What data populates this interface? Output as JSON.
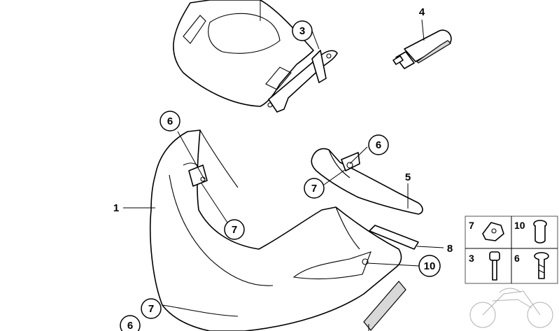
{
  "diagram": {
    "callouts": [
      {
        "id": "callout-3",
        "label": "3"
      },
      {
        "id": "callout-6-top",
        "label": "6"
      },
      {
        "id": "callout-6-right",
        "label": "6"
      },
      {
        "id": "callout-7-upper",
        "label": "7"
      },
      {
        "id": "callout-7-right",
        "label": "7"
      },
      {
        "id": "callout-7-lower",
        "label": "7"
      },
      {
        "id": "callout-6-bottom",
        "label": "6"
      },
      {
        "id": "callout-10",
        "label": "10"
      }
    ],
    "plain_labels": [
      {
        "id": "label-1",
        "label": "1"
      },
      {
        "id": "label-4",
        "label": "4"
      },
      {
        "id": "label-5",
        "label": "5"
      },
      {
        "id": "label-8",
        "label": "8"
      }
    ]
  },
  "legend": {
    "cells": [
      {
        "id": "legend-7",
        "label": "7"
      },
      {
        "id": "legend-10",
        "label": "10"
      },
      {
        "id": "legend-3",
        "label": "3"
      },
      {
        "id": "legend-6",
        "label": "6"
      }
    ]
  }
}
